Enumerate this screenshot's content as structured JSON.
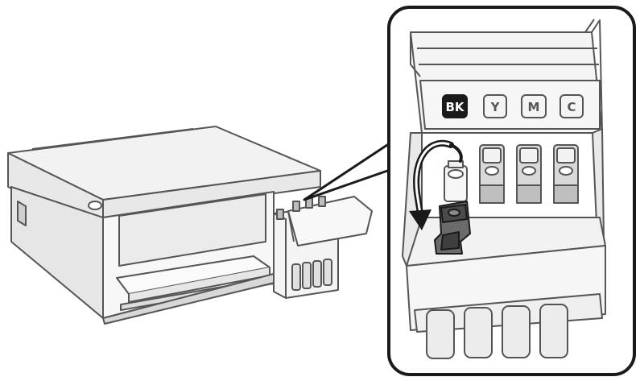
{
  "ink_labels": [
    {
      "key": "bk",
      "text": "BK",
      "highlighted": true
    },
    {
      "key": "y",
      "text": "Y",
      "highlighted": false
    },
    {
      "key": "m",
      "text": "M",
      "highlighted": false
    },
    {
      "key": "c",
      "text": "C",
      "highlighted": false
    }
  ],
  "colors": {
    "line": "#555555",
    "fill_light": "#f2f2f2",
    "fill_mid": "#dedede",
    "fill_dark": "#9a9a9a",
    "outline_strong": "#1a1a1a",
    "cap_dark": "#3a3a3a",
    "highlight_bg": "#1a1a1a",
    "highlight_text": "#ffffff"
  },
  "icons": [
    "printer-illustration",
    "ink-tank-unit",
    "zoom-callout",
    "rotate-arrow-icon",
    "ink-bottle-cap"
  ]
}
